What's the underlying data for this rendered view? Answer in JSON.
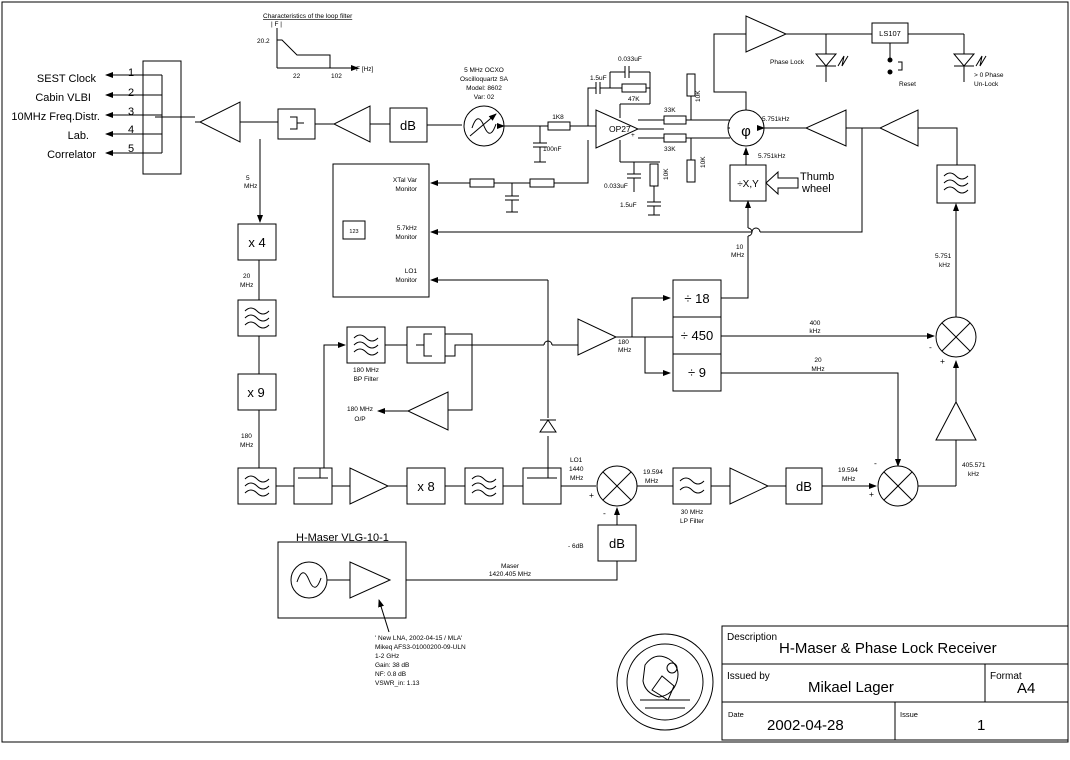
{
  "loop_filter": {
    "title": "Characteristics of the loop filter",
    "y_label": "| F |",
    "y_value": "20.2",
    "x_tick1": "22",
    "x_tick2": "102",
    "x_label": "F [Hz]"
  },
  "distribution": {
    "outputs": [
      {
        "num": "1",
        "label": "SEST Clock"
      },
      {
        "num": "2",
        "label": "Cabin VLBI"
      },
      {
        "num": "3",
        "label": "10MHz Freq.Distr."
      },
      {
        "num": "4",
        "label": "Lab."
      },
      {
        "num": "5",
        "label": "Correlator"
      }
    ]
  },
  "ocxo": {
    "line1": "5 MHz OCXO",
    "line2": "Oscilloquartz SA",
    "line3": "Model: 8602",
    "line4": "Var: 02"
  },
  "opamp": {
    "label": "OP27",
    "plus": "+"
  },
  "components": {
    "c_top": "1.5uF",
    "c_fb": "0.033uF",
    "r_fb": "47K",
    "r_in": "1K8",
    "c_gnd": "100nF",
    "r_upper": "33K",
    "r_lower": "33K",
    "r_right_top": "10K",
    "r_right_bot": "10K",
    "r_gnd": "10K",
    "c_bot": "0.033uF",
    "c_bot2": "1.5uF"
  },
  "phase_detector": {
    "symbol": "φ",
    "in_freq": "5.751kHz",
    "ref_freq": "5.751kHz"
  },
  "phase_lock": {
    "label": "Phase Lock",
    "ls107": "LS107",
    "reset": "Reset",
    "unlock_line1": "> 0 Phase",
    "unlock_line2": "Un-Lock"
  },
  "monitor": {
    "xtal_line1": "XTal Var",
    "xtal_line2": "Monitor",
    "khz_line1": "5.7kHz",
    "khz_line2": "Monitor",
    "lo1_line1": "LO1",
    "lo1_line2": "Monitor",
    "display": "123"
  },
  "divider_xy": {
    "label": "÷X,Y",
    "thumb1": "Thumb",
    "thumb2": "wheel"
  },
  "chain_left": {
    "mhz5_num": "5",
    "mhz5_unit": "MHz",
    "x4": "x 4",
    "mhz20_num": "20",
    "mhz20_unit": "MHz",
    "x9": "x 9",
    "mhz180_num": "180",
    "mhz180_unit": "MHz"
  },
  "dividers": {
    "d18": "÷ 18",
    "d450": "÷ 450",
    "d9": "÷ 9",
    "mhz10_num": "10",
    "mhz10_unit": "MHz",
    "mhz180_num": "180",
    "mhz180_unit": "MHz"
  },
  "mixer_right": {
    "khz400_num": "400",
    "khz400_unit": "kHz",
    "mhz20_num": "20",
    "mhz20_unit": "MHz",
    "khz5751_num": "5.751",
    "khz5751_unit": "kHz",
    "minus": "-",
    "plus": "+"
  },
  "bp_filter": {
    "line1": "180 MHz",
    "line2": "BP Filter",
    "out_line1": "180 MHz",
    "out_line2": "O/P"
  },
  "bottom_chain": {
    "x8": "x 8",
    "lo1_line1": "LO1",
    "lo1_line2": "1440",
    "lo1_line3": "MHz",
    "if1_num": "19.594",
    "if1_unit": "MHz",
    "lp_line1": "30 MHz",
    "lp_line2": "LP Filter",
    "db": "dB",
    "if2_num": "19.594",
    "if2_unit": "MHz",
    "khz405_num": "405.571",
    "khz405_unit": "kHz",
    "minus": "-",
    "plus": "+",
    "mix1_minus": "-",
    "mix1_plus": "+",
    "atten": "- 6dB",
    "db2": "dB"
  },
  "maser": {
    "title": "H-Maser VLG-10-1",
    "out_line1": "Maser",
    "out_line2": "1420.405 MHz"
  },
  "lna_note": {
    "line1": "' New LNA, 2002-04-15 / MLA'",
    "line2": "Mikeq AFS3-01000200-09-ULN",
    "line3": "1-2 GHz",
    "line4": "Gain: 38 dB",
    "line5": "NF: 0.8 dB",
    "line6": "VSWR_in: 1.13"
  },
  "db_labels": {
    "main": "dB"
  },
  "title_block": {
    "description_label": "Description",
    "description": "H-Maser & Phase Lock Receiver",
    "issued_label": "Issued by",
    "issued": "Mikael Lager",
    "format_label": "Format",
    "format": "A4",
    "date_label": "Date",
    "date": "2002-04-28",
    "issue_label": "Issue",
    "issue": "1"
  }
}
